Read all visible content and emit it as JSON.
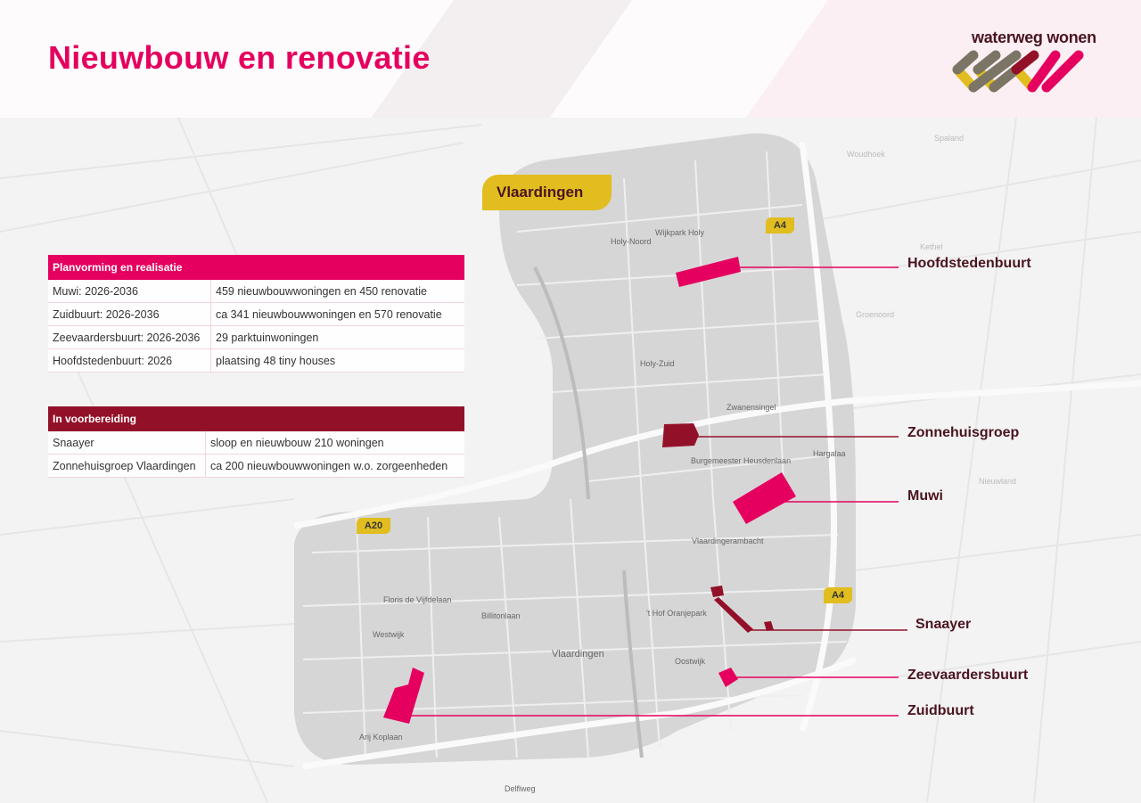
{
  "header": {
    "title": "Nieuwbouw en renovatie",
    "logo_text": "waterweg wonen"
  },
  "colors": {
    "primary_pink": "#e5005f",
    "dark_red": "#931128",
    "label_brown": "#4a1420",
    "badge_yellow": "#e1bd1f"
  },
  "tables": {
    "planning": {
      "header": "Planvorming en realisatie",
      "rows": [
        [
          "Muwi: 2026-2036",
          "459 nieuwbouwwoningen en 450 renovatie"
        ],
        [
          "Zuidbuurt: 2026-2036",
          "ca 341 nieuwbouwwoningen en 570 renovatie"
        ],
        [
          "Zeevaardersbuurt: 2026-2036",
          "29 parktuinwoningen"
        ],
        [
          "Hoofdstedenbuurt: 2026",
          "plaatsing 48 tiny houses"
        ]
      ]
    },
    "preparation": {
      "header": "In voorbereiding",
      "rows": [
        [
          "Snaayer",
          "sloop en nieuwbouw 210 woningen"
        ],
        [
          "Zonnehuisgroep Vlaardingen",
          "ca 200 nieuwbouwwoningen w.o. zorgeenheden"
        ]
      ]
    }
  },
  "map": {
    "city_badge": "Vlaardingen",
    "road_badges": [
      "A4",
      "A20",
      "A4"
    ],
    "project_labels": {
      "hoofdstedenbuurt": "Hoofdstedenbuurt",
      "zonnehuisgroep": "Zonnehuisgroep",
      "muwi": "Muwi",
      "snaayer": "Snaayer",
      "zeevaardersbuurt": "Zeevaardersbuurt",
      "zuidbuurt": "Zuidbuurt"
    },
    "place_names": {
      "holy_noord": "Holy-Noord",
      "wijkpark": "Wijkpark Holy",
      "holy_zuid": "Holy-Zuid",
      "vlaardingerambacht": "Vlaardingerambacht",
      "westwijk": "Westwijk",
      "vlaardingen": "Vlaardingen",
      "oostwijk": "Oostwijk",
      "het_hof": "'t Hof Oranjepark",
      "floris": "Floris de Vijfdelaan",
      "billiton": "Billitonlaan",
      "hargalaa": "Hargalaa",
      "delfweg": "Delflweg",
      "arij": "Arij Koplaan",
      "zwanensingel": "Zwanensingel",
      "burg": "Burgemeester Heusdenlaan",
      "spaland": "Spaland",
      "kethel": "Kethel",
      "groenoord": "Groenoord",
      "nieuwland": "Nieuwland",
      "woudhoek": "Woudhoek"
    }
  }
}
